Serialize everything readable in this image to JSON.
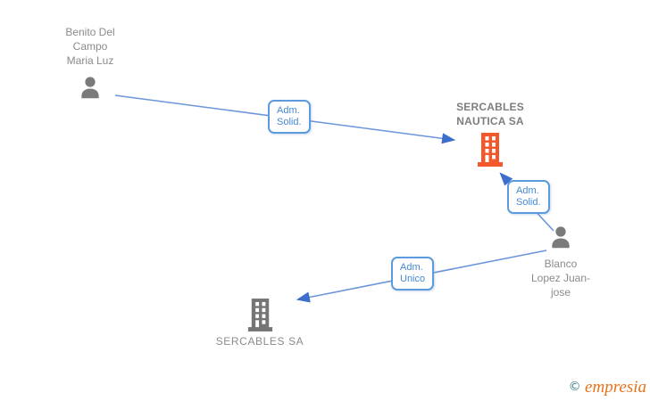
{
  "colors": {
    "edge_line": "#6D95DB",
    "edge_arrowhead": "#3D6ECC",
    "edge_label_border": "#5C9BE0",
    "edge_label_text": "#4489D6",
    "person_icon_gray": "#7A7A7A",
    "company_icon_gray": "#757575",
    "company_icon_orange": "#F4582A",
    "node_text_gray": "#8B8B8B",
    "brand_orange": "#E8721A",
    "brand_teal": "#3C7E8E"
  },
  "nodes": {
    "benito": {
      "type": "person",
      "lines": [
        "Benito Del",
        "Campo",
        "Maria Luz"
      ]
    },
    "nautica": {
      "type": "company",
      "lines": [
        "SERCABLES",
        "NAUTICA SA"
      ]
    },
    "blanco": {
      "type": "person",
      "lines": [
        "Blanco",
        "Lopez Juan-",
        "jose"
      ]
    },
    "sercables": {
      "type": "company",
      "lines": [
        "SERCABLES SA"
      ]
    }
  },
  "edges": {
    "benito_to_nautica": {
      "label_lines": [
        "Adm.",
        "Solid."
      ]
    },
    "blanco_to_nautica": {
      "label_lines": [
        "Adm.",
        "Solid."
      ]
    },
    "blanco_to_sercables": {
      "label_lines": [
        "Adm.",
        "Unico"
      ]
    }
  },
  "footer": {
    "copyright_symbol": "©",
    "brand": "empresia"
  }
}
